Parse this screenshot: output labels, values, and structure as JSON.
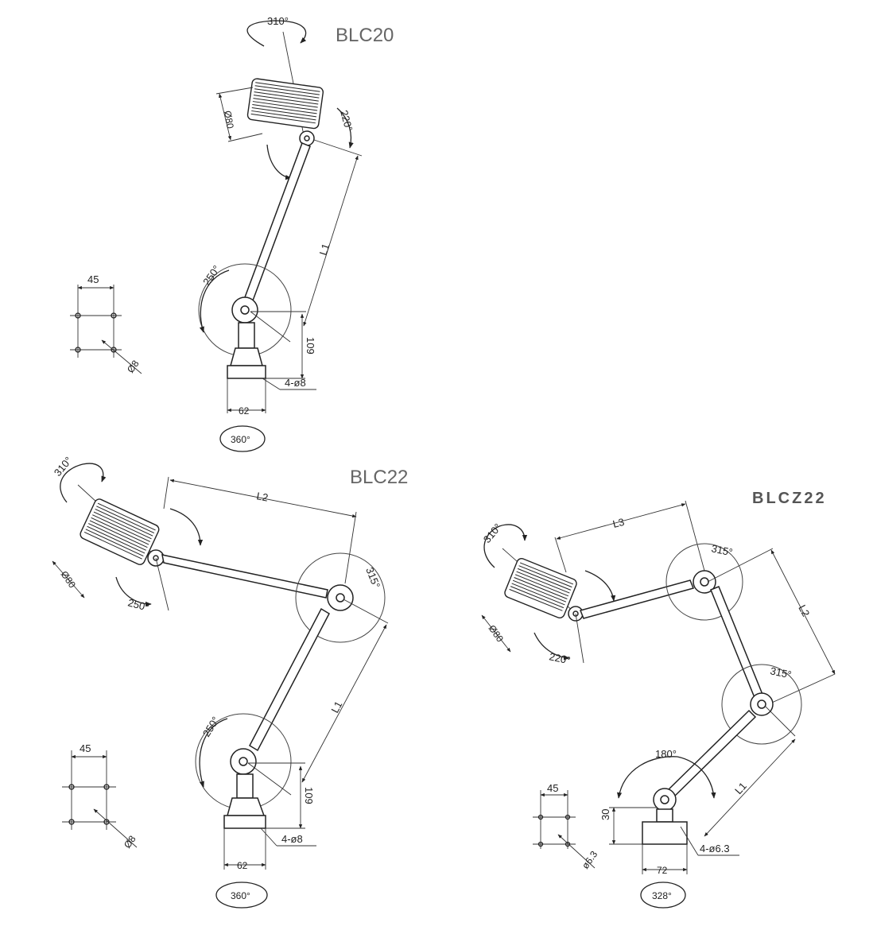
{
  "models": [
    {
      "title": "BLC20",
      "head_rotation": "310°",
      "head_diameter": "Ø80",
      "joint_top_angle": "220°",
      "arm_length": "L1",
      "joint_base_angle": "250°",
      "base_height": "109",
      "mount_holes": "4-ø8",
      "base_width": "62",
      "base_rotation": "360°",
      "hole_pattern": {
        "spacing": "45",
        "hole": "Ø8"
      }
    },
    {
      "title": "BLC22",
      "head_rotation": "310°",
      "head_diameter": "Ø80",
      "arm_upper_length": "L2",
      "joint_head_angle": "250°",
      "joint_mid_angle": "315°",
      "arm_lower_length": "L1",
      "joint_base_angle": "250°",
      "base_height": "109",
      "mount_holes": "4-ø8",
      "base_width": "62",
      "base_rotation": "360°",
      "hole_pattern": {
        "spacing": "45",
        "hole": "Ø8"
      }
    },
    {
      "title": "BLCZ22",
      "head_rotation": "310°",
      "head_diameter": "Ø80",
      "joint_head_angle": "220°",
      "arm_3_length": "L3",
      "joint_upper_angle": "315°",
      "arm_2_length": "L2",
      "joint_mid_angle": "315°",
      "arm_1_length": "L1",
      "joint_base_angle": "180°",
      "base_height": "30",
      "mount_holes": "4-ø6.3",
      "base_width": "72",
      "base_rotation": "328°",
      "hole_pattern": {
        "spacing": "45",
        "hole": "ø6.3"
      }
    }
  ]
}
